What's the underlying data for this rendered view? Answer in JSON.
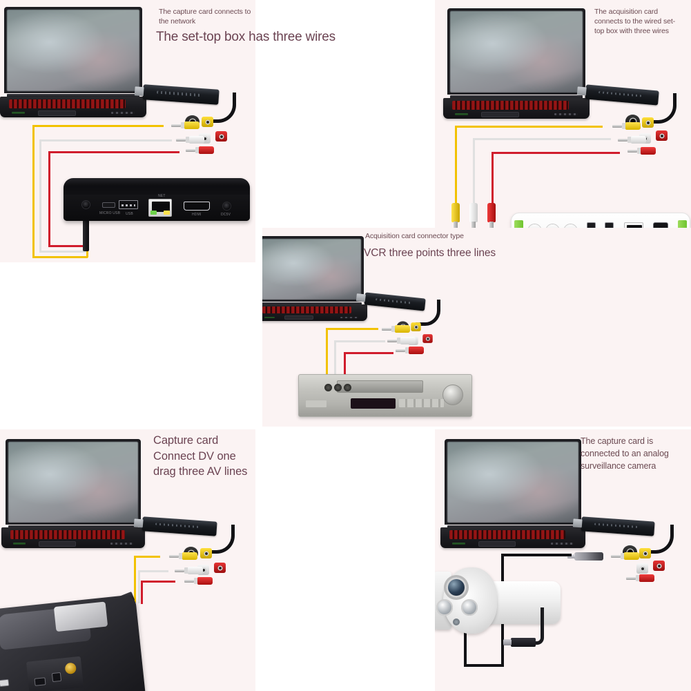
{
  "page": {
    "background_color": "#ffffff",
    "panel_background": "#fbf3f3",
    "caption_color": "#6b4352"
  },
  "panels": [
    {
      "id": "top-left",
      "caption_small": "The capture card connects to the network",
      "caption_large": "The set-top box has three wires",
      "device": "black-set-top-box",
      "ports": [
        {
          "label": "MICRO USB",
          "type": "micro-usb"
        },
        {
          "label": "USB",
          "type": "usb-a"
        },
        {
          "label": "NET",
          "type": "rj45"
        },
        {
          "label": "HDMI",
          "type": "hdmi"
        },
        {
          "label": "DC5V",
          "type": "dc-power"
        }
      ],
      "wire_colors": [
        "#f2c200",
        "#e0e0e0",
        "#d01c2c"
      ]
    },
    {
      "id": "top-right",
      "caption_small": "The acquisition card connects to the wired set-top box with three wires",
      "device": "white-set-top-box",
      "wire_colors": [
        "#f2c200",
        "#e0e0e0",
        "#d01c2c"
      ]
    },
    {
      "id": "middle",
      "caption_small": "Acquisition card connector type",
      "caption_large": "VCR three points three lines",
      "device": "vcr",
      "wire_colors": [
        "#f2c200",
        "#e0e0e0",
        "#d01c2c"
      ]
    },
    {
      "id": "bottom-left",
      "caption_large": "Capture card\nConnect DV one\ndrag three AV lines",
      "caption_lines": [
        "Capture card",
        "Connect DV one",
        "drag three AV lines"
      ],
      "device": "dv-camcorder",
      "wire_colors": [
        "#f2c200",
        "#e0e0e0",
        "#d01c2c"
      ]
    },
    {
      "id": "bottom-right",
      "caption_small": "The capture card is connected to an analog surveillance camera",
      "caption_lines": [
        "The capture card is",
        "connected to an analog",
        "surveillance camera"
      ],
      "device": "surveillance-camera",
      "wire_colors": [
        "#121215"
      ]
    }
  ],
  "connector_colors": {
    "video_yellow": "#ffe24d",
    "audio_left_white": "#ffffff",
    "audio_right_red": "#ef3b3b",
    "svideo_black": "#1a1a1a"
  }
}
